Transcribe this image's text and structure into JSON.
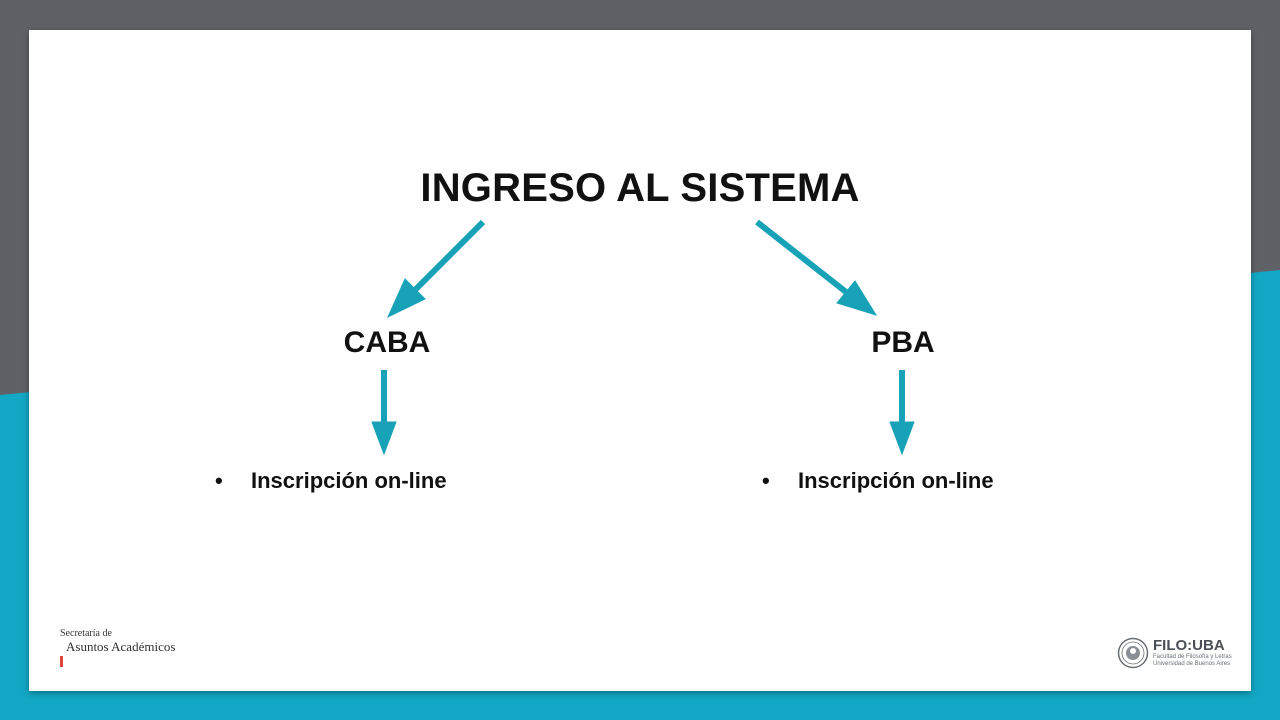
{
  "diagram": {
    "title": "INGRESO AL SISTEMA",
    "nodes": [
      {
        "label": "CABA",
        "items": [
          "Inscripción on-line"
        ]
      },
      {
        "label": "PBA",
        "items": [
          "Inscripción on-line"
        ]
      }
    ],
    "arrow_color": "#17a2b8"
  },
  "footer": {
    "left_line1": "Secretaría de",
    "left_line2": "Asuntos Académicos",
    "brand": "FILO:UBA",
    "brand_line2": "Facultad de Filosofía y Letras",
    "brand_line3": "Universidad de Buenos Aires"
  },
  "colors": {
    "frame_gray": "#5f6166",
    "frame_teal": "#12a7c4",
    "slide_bg": "#ffffff",
    "accent_red": "#d9473f"
  }
}
